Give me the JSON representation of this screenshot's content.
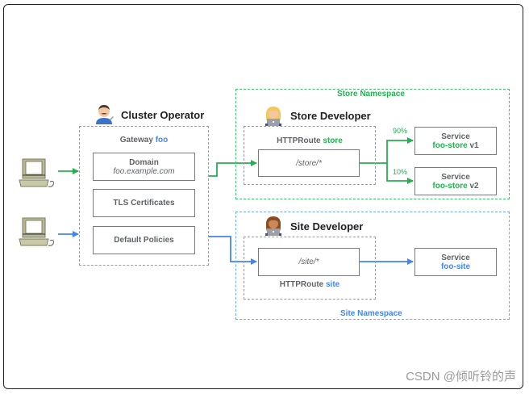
{
  "diagram": {
    "cluster_operator": {
      "title": "Cluster Operator",
      "icon": "mechanic-person-icon",
      "gateway": {
        "prefix": "Gateway",
        "name": "foo"
      },
      "domain": {
        "label": "Domain",
        "value": "foo.example.com"
      },
      "tls": {
        "label": "TLS Certificates"
      },
      "policies": {
        "label": "Default Policies"
      }
    },
    "clients": [
      {
        "icon": "computer-icon",
        "arrow_color": "#23b04f"
      },
      {
        "icon": "computer-icon",
        "arrow_color": "#4285f4"
      }
    ],
    "store_namespace": {
      "label": "Store Namespace",
      "developer": {
        "title": "Store Developer",
        "icon": "developer-laptop-icon"
      },
      "httproute": {
        "prefix": "HTTPRoute",
        "name": "store",
        "path": "/store/*"
      },
      "splits": [
        {
          "weight": "90%",
          "service_label": "Service",
          "service_name": "foo-store",
          "version": "v1"
        },
        {
          "weight": "10%",
          "service_label": "Service",
          "service_name": "foo-store",
          "version": "v2"
        }
      ],
      "color": "#23b04f"
    },
    "site_namespace": {
      "label": "Site Namespace",
      "developer": {
        "title": "Site Developer",
        "icon": "developer-laptop-icon"
      },
      "httproute": {
        "prefix": "HTTPRoute",
        "name": "site",
        "path": "/site/*"
      },
      "service": {
        "label": "Service",
        "name": "foo-site"
      },
      "color": "#4285f4"
    }
  },
  "watermark": "CSDN @倾听铃的声"
}
